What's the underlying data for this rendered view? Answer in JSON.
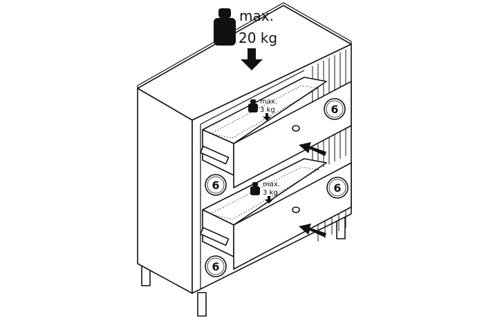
{
  "load_top": {
    "prefix": "max.",
    "value": "20 kg"
  },
  "load_drawer_upper": {
    "prefix": "max.",
    "value": "3 kg"
  },
  "load_drawer_lower": {
    "prefix": "max.",
    "value": "3 kg"
  },
  "part_callouts": [
    "6",
    "6",
    "6",
    "6"
  ]
}
